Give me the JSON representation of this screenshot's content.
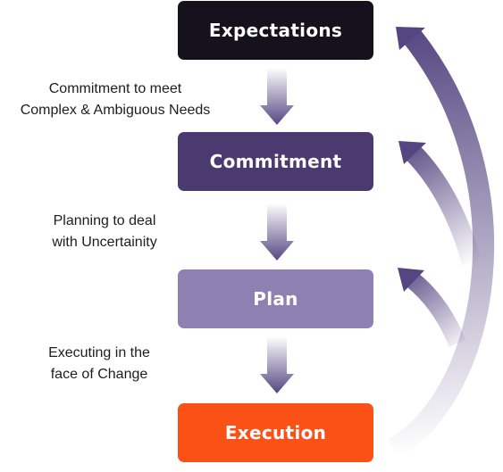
{
  "stages": [
    {
      "label": "Expectations",
      "color": "#15121d"
    },
    {
      "label": "Commitment",
      "color": "#4a3a70"
    },
    {
      "label": "Plan",
      "color": "#8f80b2"
    },
    {
      "label": "Execution",
      "color": "#fb5117"
    }
  ],
  "transitions": [
    {
      "line1": "Commitment to meet",
      "line2": "Complex & Ambiguous Needs"
    },
    {
      "line1": "Planning to deal",
      "line2": "with Uncertainity"
    },
    {
      "line1": "Executing in the",
      "line2": "face of Change"
    }
  ],
  "arrow_color": "#554681"
}
